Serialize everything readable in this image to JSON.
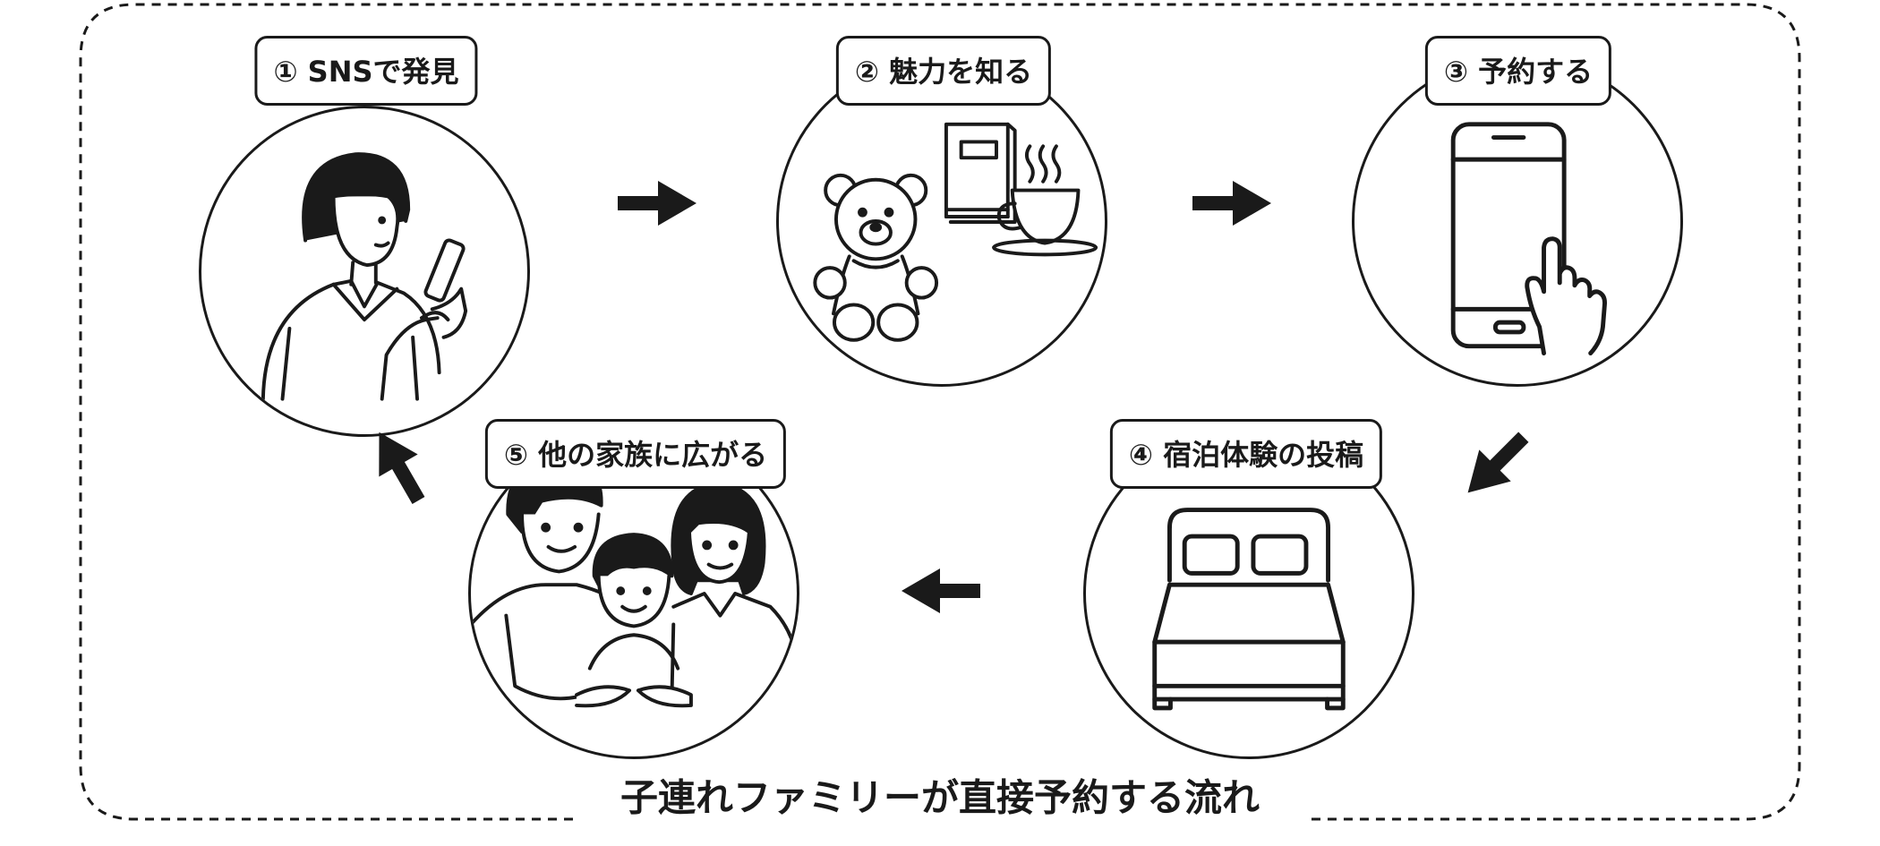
{
  "steps": [
    {
      "label": "① SNSで発見",
      "icon": "woman-with-smartphone-icon"
    },
    {
      "label": "② 魅力を知る",
      "icon": "teddy-bear-book-coffee-icon"
    },
    {
      "label": "③ 予約する",
      "icon": "smartphone-tap-icon"
    },
    {
      "label": "④ 宿泊体験の投稿",
      "icon": "double-bed-icon"
    },
    {
      "label": "⑤ 他の家族に広がる",
      "icon": "family-icon"
    }
  ],
  "caption": "子連れファミリーが直接予約する流れ",
  "colors": {
    "stroke": "#1a1a1a",
    "background": "#ffffff"
  }
}
